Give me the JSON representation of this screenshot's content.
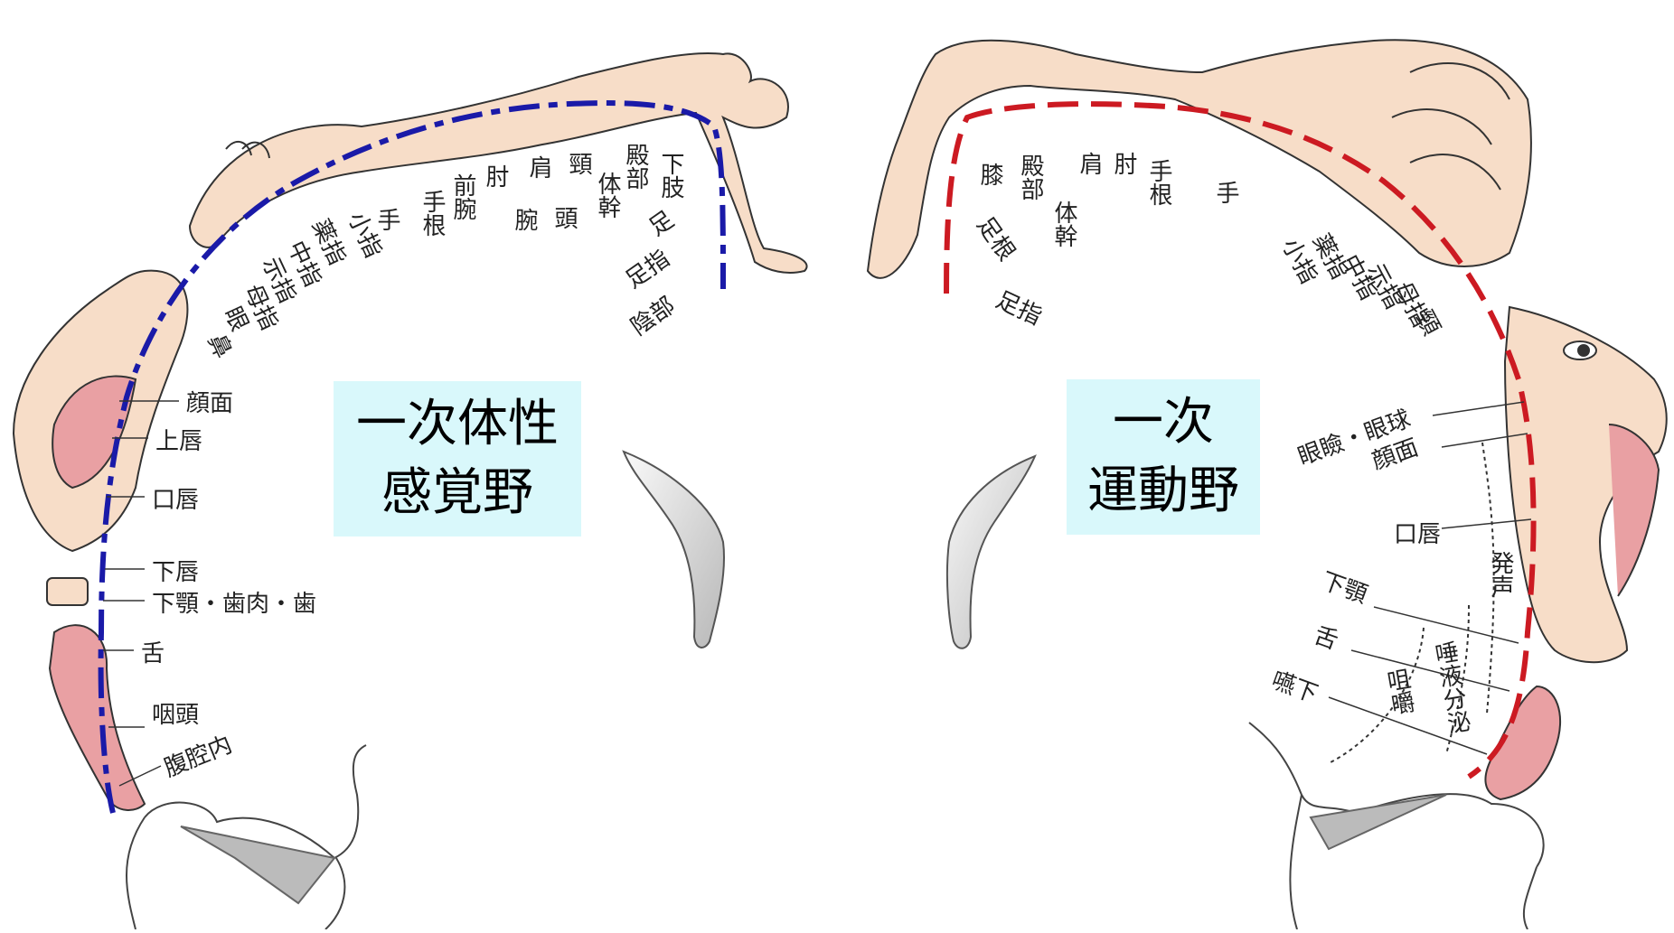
{
  "titles": {
    "sensory": [
      "一次体性",
      "感覚野"
    ],
    "motor": [
      "一次",
      "運動野"
    ]
  },
  "sensory_labels": {
    "upper_vertical": [
      "手",
      "手根",
      "前腕",
      "肘",
      "腕",
      "肩",
      "頭",
      "頸",
      "体幹",
      "殿部",
      "下肢"
    ],
    "upper_diagonal": [
      "小指",
      "薬指",
      "中指",
      "示指",
      "母指",
      "眼",
      "鼻",
      "足",
      "足指",
      "陰部"
    ],
    "left_side": [
      "顔面",
      "上唇",
      "口唇",
      "下唇",
      "下顎・歯肉・歯",
      "舌",
      "咽頭",
      "腹腔内"
    ]
  },
  "motor_labels": {
    "upper_vertical": [
      "膝",
      "殿部",
      "体幹",
      "肩",
      "肘",
      "手根",
      "手"
    ],
    "upper_diagonal": [
      "足根",
      "足指",
      "小指",
      "薬指",
      "中指",
      "示指",
      "母指",
      "頸"
    ],
    "right_side": [
      "眼瞼・眼球",
      "顔面",
      "口唇",
      "下顎",
      "舌",
      "嚥下"
    ],
    "functions": [
      "発声",
      "唾液分泌",
      "咀嚼"
    ]
  },
  "colors": {
    "sensory_line": "#1a1aa8",
    "motor_line": "#cc1a22",
    "title_bg": "#d9f8fb",
    "skin": "#f7ddc8",
    "outline": "#333333"
  }
}
